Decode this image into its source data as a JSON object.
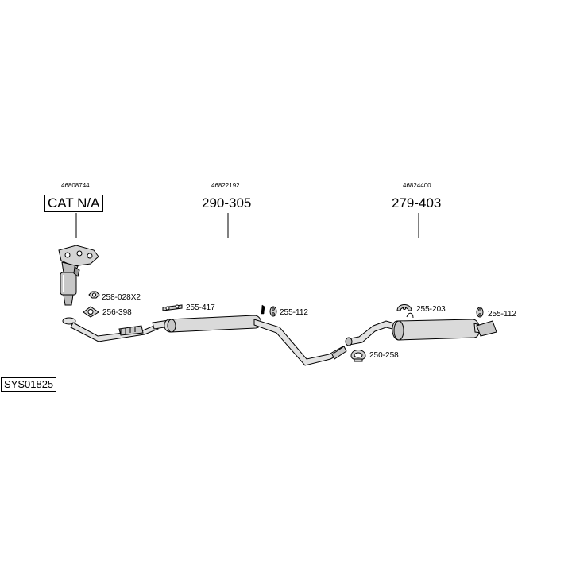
{
  "system_code": "SYS01825",
  "main_parts": [
    {
      "oe_number": "46808744",
      "part_number": "CAT N/A"
    },
    {
      "oe_number": "46822192",
      "part_number": "290-305"
    },
    {
      "oe_number": "46824400",
      "part_number": "279-403"
    }
  ],
  "accessories": [
    {
      "part_number": "258-028X2",
      "icon": "nut-icon"
    },
    {
      "part_number": "256-398",
      "icon": "gasket-icon"
    },
    {
      "part_number": "255-417",
      "icon": "hanger-bracket-icon"
    },
    {
      "part_number": "255-112",
      "icon": "rubber-mount-icon"
    },
    {
      "part_number": "255-203",
      "icon": "rubber-hanger-icon"
    },
    {
      "part_number": "255-112",
      "icon": "rubber-mount-icon"
    },
    {
      "part_number": "250-258",
      "icon": "clamp-icon"
    }
  ]
}
